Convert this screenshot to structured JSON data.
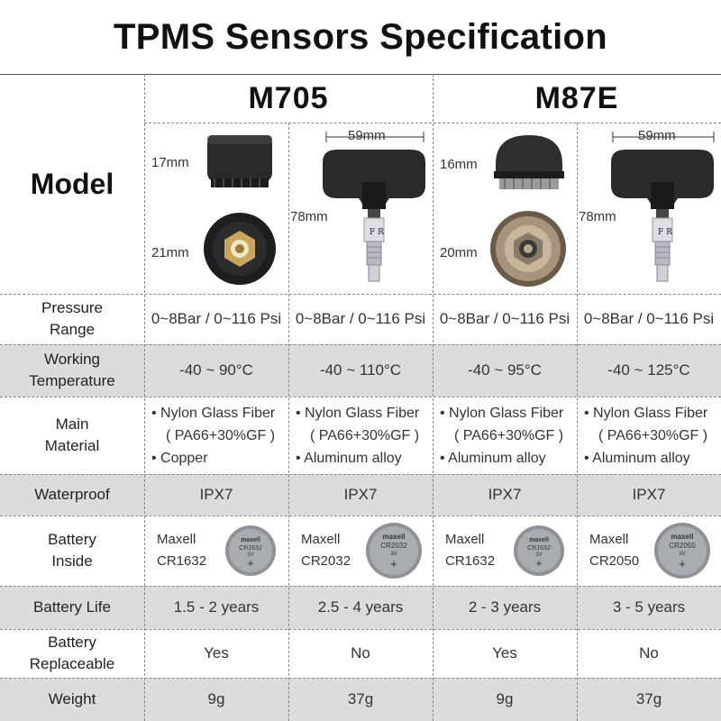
{
  "title": "TPMS Sensors Specification",
  "groups": [
    "M705",
    "M87E"
  ],
  "model_label": "Model",
  "dimensions": {
    "c1_top": "17mm",
    "c1_bottom": "21mm",
    "c2_width": "59mm",
    "c2_height": "78mm",
    "c3_top": "16mm",
    "c3_bottom": "20mm",
    "c4_width": "59mm",
    "c4_height": "78mm"
  },
  "valve_letters": "F  R",
  "rows": {
    "pressure": {
      "label": [
        "Pressure",
        "Range"
      ],
      "values": [
        "0~8Bar / 0~116 Psi",
        "0~8Bar / 0~116 Psi",
        "0~8Bar / 0~116 Psi",
        "0~8Bar / 0~116 Psi"
      ]
    },
    "temperature": {
      "label": [
        "Working",
        "Temperature"
      ],
      "values": [
        "-40 ~ 90°C",
        "-40 ~ 110°C",
        "-40 ~ 95°C",
        "-40 ~ 125°C"
      ]
    },
    "material": {
      "label": [
        "Main",
        "Material"
      ],
      "values": [
        [
          "• Nylon Glass Fiber",
          "( PA66+30%GF )",
          "• Copper"
        ],
        [
          "• Nylon Glass Fiber",
          "( PA66+30%GF )",
          "• Aluminum alloy"
        ],
        [
          "• Nylon Glass Fiber",
          "( PA66+30%GF )",
          "• Aluminum alloy"
        ],
        [
          "• Nylon Glass Fiber",
          "( PA66+30%GF )",
          "• Aluminum alloy"
        ]
      ]
    },
    "waterproof": {
      "label": [
        "Waterproof"
      ],
      "values": [
        "IPX7",
        "IPX7",
        "IPX7",
        "IPX7"
      ]
    },
    "battery": {
      "label": [
        "Battery",
        "Inside"
      ],
      "values": [
        [
          "Maxell",
          "CR1632"
        ],
        [
          "Maxell",
          "CR2032"
        ],
        [
          "Maxell",
          "CR1632"
        ],
        [
          "Maxell",
          "CR2050"
        ]
      ],
      "coin_text": [
        [
          "maxell",
          "CR1632",
          "3V"
        ],
        [
          "maxell",
          "CR2032",
          "3V"
        ],
        [
          "maxell",
          "CR1632",
          "3V"
        ],
        [
          "maxell",
          "CR2050",
          "3V"
        ]
      ]
    },
    "life": {
      "label": [
        "Battery Life"
      ],
      "values": [
        "1.5 - 2 years",
        "2.5 - 4 years",
        "2 - 3 years",
        "3 - 5 years"
      ]
    },
    "replaceable": {
      "label": [
        "Battery",
        "Replaceable"
      ],
      "values": [
        "Yes",
        "No",
        "Yes",
        "No"
      ]
    },
    "weight": {
      "label": [
        "Weight"
      ],
      "values": [
        "9g",
        "37g",
        "9g",
        "37g"
      ]
    }
  },
  "colors": {
    "shade": "#dcdcdc",
    "text": "#222222",
    "sensor_body": "#2a2a2a",
    "brass": "#c9a45c",
    "steel": "#b8bcc2"
  }
}
